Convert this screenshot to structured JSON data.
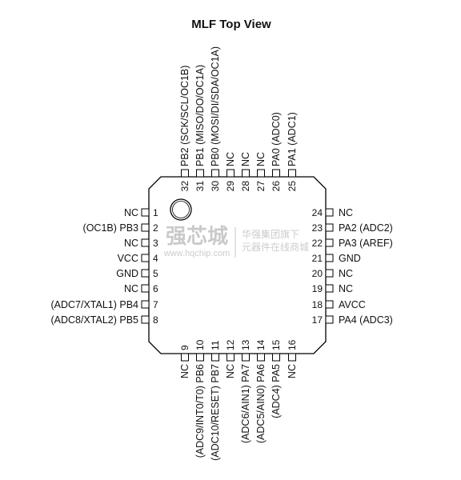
{
  "title": "MLF Top View",
  "package": {
    "left": [
      {
        "num": "1",
        "label": "NC"
      },
      {
        "num": "2",
        "label": "(OC1B) PB3"
      },
      {
        "num": "3",
        "label": "NC"
      },
      {
        "num": "4",
        "label": "VCC"
      },
      {
        "num": "5",
        "label": "GND"
      },
      {
        "num": "6",
        "label": "NC"
      },
      {
        "num": "7",
        "label": "(ADC7/XTAL1) PB4"
      },
      {
        "num": "8",
        "label": "(ADC8/XTAL2) PB5"
      }
    ],
    "right": [
      {
        "num": "24",
        "label": "NC"
      },
      {
        "num": "23",
        "label": "PA2 (ADC2)"
      },
      {
        "num": "22",
        "label": "PA3 (AREF)"
      },
      {
        "num": "21",
        "label": "GND"
      },
      {
        "num": "20",
        "label": "NC"
      },
      {
        "num": "19",
        "label": "NC"
      },
      {
        "num": "18",
        "label": "AVCC"
      },
      {
        "num": "17",
        "label": "PA4 (ADC3)"
      }
    ],
    "top": [
      {
        "num": "32",
        "label": "PB2 (SCK/SCL/OC1B)"
      },
      {
        "num": "31",
        "label": "PB1 (MISO/DO/OC1A)"
      },
      {
        "num": "30",
        "label": "PB0 (MOSI/DI/SDA/OC1A)"
      },
      {
        "num": "29",
        "label": "NC"
      },
      {
        "num": "28",
        "label": "NC"
      },
      {
        "num": "27",
        "label": "NC"
      },
      {
        "num": "26",
        "label": "PA0 (ADC0)"
      },
      {
        "num": "25",
        "label": "PA1 (ADC1)"
      }
    ],
    "bottom": [
      {
        "num": "9",
        "label": "NC"
      },
      {
        "num": "10",
        "label": "(ADC9/INT0/T0) PB6"
      },
      {
        "num": "11",
        "label": "(ADC10/RESET) PB7"
      },
      {
        "num": "12",
        "label": "NC"
      },
      {
        "num": "13",
        "label": "(ADC6/AIN1) PA7"
      },
      {
        "num": "14",
        "label": "(ADC5/AIN0) PA6"
      },
      {
        "num": "15",
        "label": "(ADC4) PA5"
      },
      {
        "num": "16",
        "label": "NC"
      }
    ]
  },
  "watermark": {
    "brand": "强芯城",
    "url": "www.hqchip.com",
    "line1": "华强集团旗下",
    "line2": "元器件在线商城"
  }
}
